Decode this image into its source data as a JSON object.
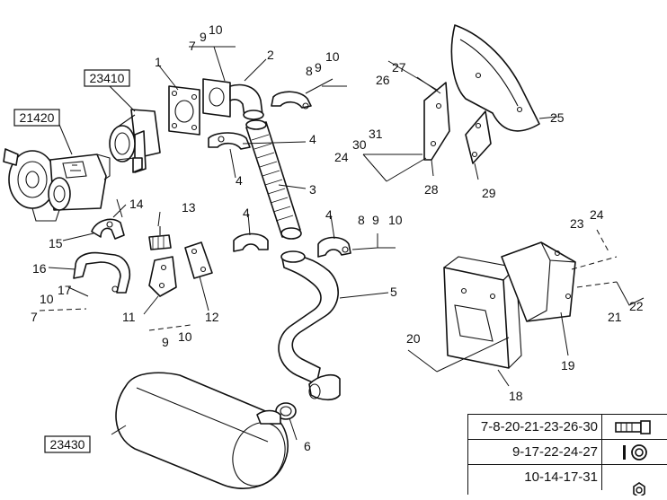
{
  "ref_labels": {
    "r21420": "21420",
    "r23410": "23410",
    "r23430": "23430"
  },
  "callouts": {
    "c1": "1",
    "c2": "2",
    "c3": "3",
    "c4a": "4",
    "c4b": "4",
    "c4c": "4",
    "c4d": "4",
    "c5": "5",
    "c6": "6",
    "c7a": "7",
    "c7b": "7",
    "c8a": "8",
    "c8b": "8",
    "c9a": "9",
    "c9b": "9",
    "c9c": "9",
    "c10a": "10",
    "c10b": "10",
    "c10c": "10",
    "c10d": "10",
    "c10e": "10",
    "c11": "11",
    "c12": "12",
    "c13": "13",
    "c14": "14",
    "c15": "15",
    "c16": "16",
    "c17": "17",
    "c18": "18",
    "c19": "19",
    "c20": "20",
    "c21": "21",
    "c22": "22",
    "c23": "23",
    "c24a": "24",
    "c24b": "24",
    "c25": "25",
    "c26": "26",
    "c27": "27",
    "c28": "28",
    "c29": "29",
    "c30": "30",
    "c31": "31"
  },
  "legend": {
    "rows": [
      {
        "text": "7-8-20-21-23-26-30",
        "icon": "bolt-icon"
      },
      {
        "text": "9-17-22-24-27",
        "icon": "washer-icon"
      },
      {
        "text": "10-14-17-31",
        "icon": "nut-icon"
      }
    ]
  }
}
